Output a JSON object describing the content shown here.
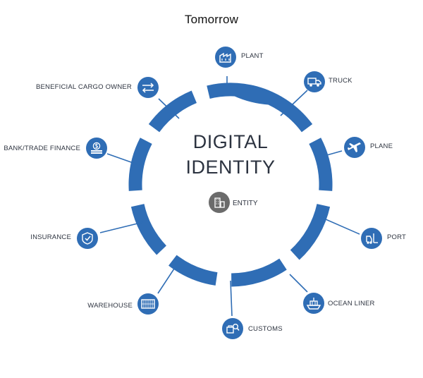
{
  "title": "Tomorrow",
  "center": {
    "line1": "DIGITAL",
    "line2": "IDENTITY",
    "entity_label": "ENTITY",
    "entity_icon": "building-icon"
  },
  "colors": {
    "accent": "#2f6db5",
    "entity": "#6b6b6b",
    "text": "#2e3440"
  },
  "nodes": [
    {
      "key": "plant",
      "label": "PLANT",
      "icon": "factory-icon"
    },
    {
      "key": "truck",
      "label": "TRUCK",
      "icon": "truck-icon"
    },
    {
      "key": "plane",
      "label": "PLANE",
      "icon": "plane-icon"
    },
    {
      "key": "port",
      "label": "PORT",
      "icon": "forklift-icon"
    },
    {
      "key": "ocean-liner",
      "label": "OCEAN LINER",
      "icon": "ship-icon"
    },
    {
      "key": "customs",
      "label": "CUSTOMS",
      "icon": "customs-search-icon"
    },
    {
      "key": "warehouse",
      "label": "WAREHOUSE",
      "icon": "warehouse-icon"
    },
    {
      "key": "insurance",
      "label": "INSURANCE",
      "icon": "shield-check-icon"
    },
    {
      "key": "bank-trade-finance",
      "label": "BANK/TRADE FINANCE",
      "icon": "coin-stack-icon"
    },
    {
      "key": "beneficial-cargo-owner",
      "label": "BENEFICIAL CARGO OWNER",
      "icon": "exchange-arrows-icon"
    }
  ]
}
